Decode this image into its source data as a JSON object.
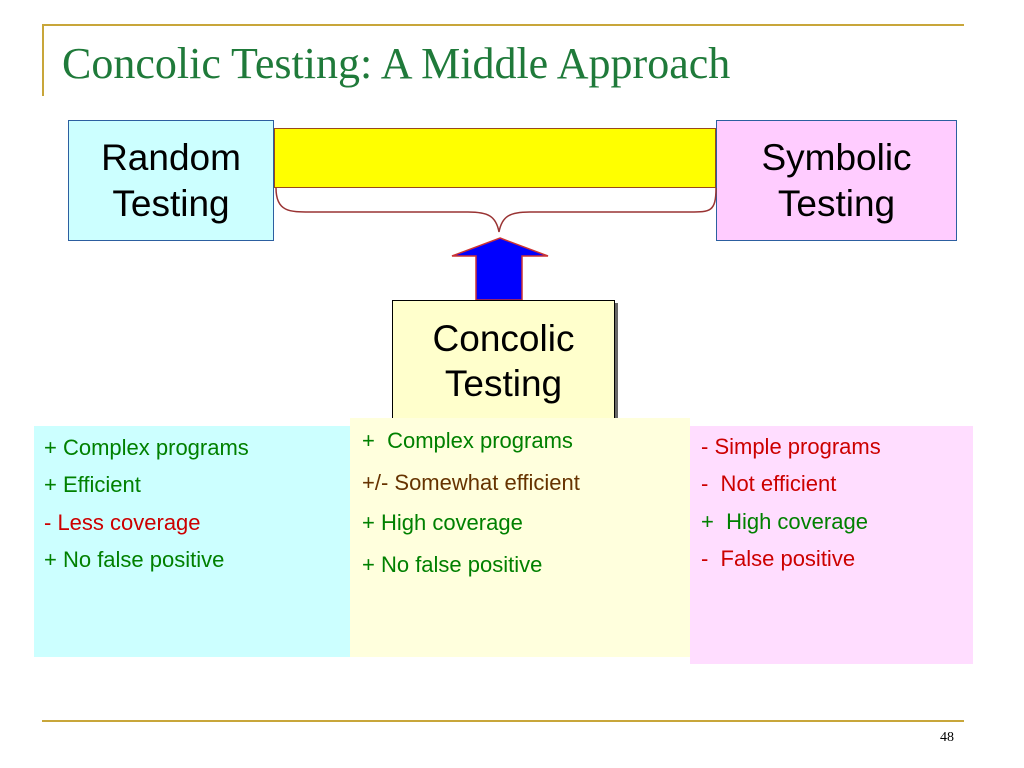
{
  "slide": {
    "title": "Concolic Testing: A Middle Approach",
    "page_number": "48"
  },
  "boxes": {
    "random": {
      "line1": "Random",
      "line2": "Testing"
    },
    "symbolic": {
      "line1": "Symbolic",
      "line2": "Testing"
    },
    "concolic": {
      "line1": "Concolic",
      "line2": "Testing"
    }
  },
  "panels": {
    "random": [
      {
        "text": "+ Complex programs",
        "tone": "green"
      },
      {
        "text": "+ Efficient",
        "tone": "green"
      },
      {
        "text": "- Less coverage",
        "tone": "red"
      },
      {
        "text": "+ No false positive",
        "tone": "green"
      }
    ],
    "concolic": [
      {
        "text": "+  Complex programs",
        "tone": "green"
      },
      {
        "text": "+/- Somewhat efficient",
        "tone": "brown"
      },
      {
        "text": "+ High coverage",
        "tone": "green"
      },
      {
        "text": "+ No false positive",
        "tone": "green"
      }
    ],
    "symbolic": [
      {
        "text": "- Simple programs",
        "tone": "red"
      },
      {
        "text": "-  Not efficient",
        "tone": "red"
      },
      {
        "text": "+  High coverage",
        "tone": "green"
      },
      {
        "text": "-  False positive",
        "tone": "red"
      }
    ]
  },
  "colors": {
    "title": "#1f7a3a",
    "frame_rule": "#c8a63a",
    "random_fill": "#ccffff",
    "symbolic_fill": "#ffccff",
    "concolic_fill": "#ffffcc",
    "middle_bar": "#ffff00",
    "arrow": "#0000ff",
    "brace": "#993333",
    "positive_text": "#008000",
    "negative_text": "#cc0000",
    "neutral_text": "#663300"
  }
}
